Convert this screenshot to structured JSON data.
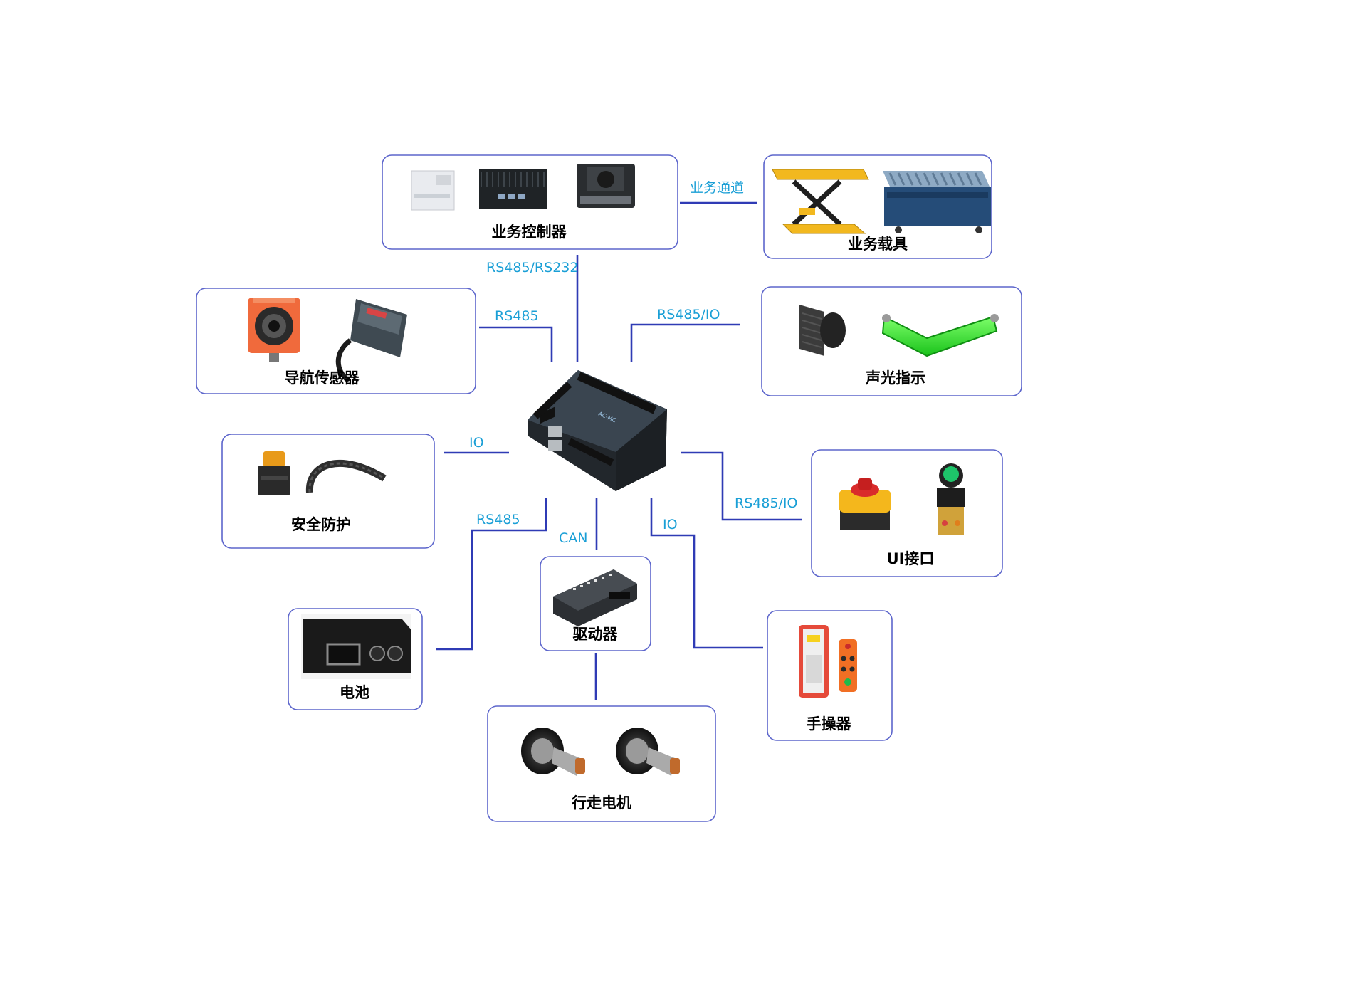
{
  "nodes": {
    "business_controller": "业务控制器",
    "business_carrier": "业务载具",
    "nav_sensor": "导航传感器",
    "sound_light": "声光指示",
    "safety": "安全防护",
    "ui_interface": "UI接口",
    "battery": "电池",
    "driver": "驱动器",
    "hand_controller": "手操器",
    "travel_motor": "行走电机"
  },
  "links": {
    "business_channel": "业务通道",
    "controller_link": "RS485/RS232",
    "nav_link": "RS485",
    "sound_light_link": "RS485/IO",
    "safety_link": "IO",
    "ui_link": "RS485/IO",
    "battery_link": "RS485",
    "driver_link": "CAN",
    "hand_link": "IO"
  },
  "colors": {
    "box_border": "#5d66cc",
    "wire": "#2f3bb5",
    "wire_label": "#1a9fd6"
  }
}
